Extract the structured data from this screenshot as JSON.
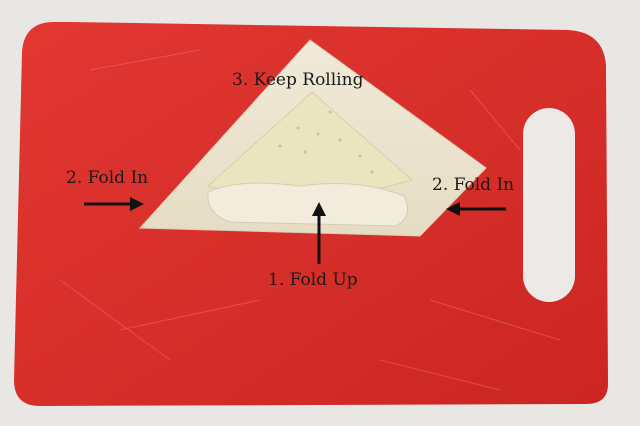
{
  "steps": {
    "fold_up": "1. Fold Up",
    "fold_in_left": "2. Fold In",
    "fold_in_right": "2. Fold In",
    "keep_rolling": "3.  Keep Rolling"
  },
  "colors": {
    "background": "#e9e7e4",
    "cutting_board": "#dd2f2b",
    "wrapper": "#efe7d6",
    "cheese": "#ece6c2",
    "arrow": "#111111",
    "text": "#1b1b1b"
  }
}
